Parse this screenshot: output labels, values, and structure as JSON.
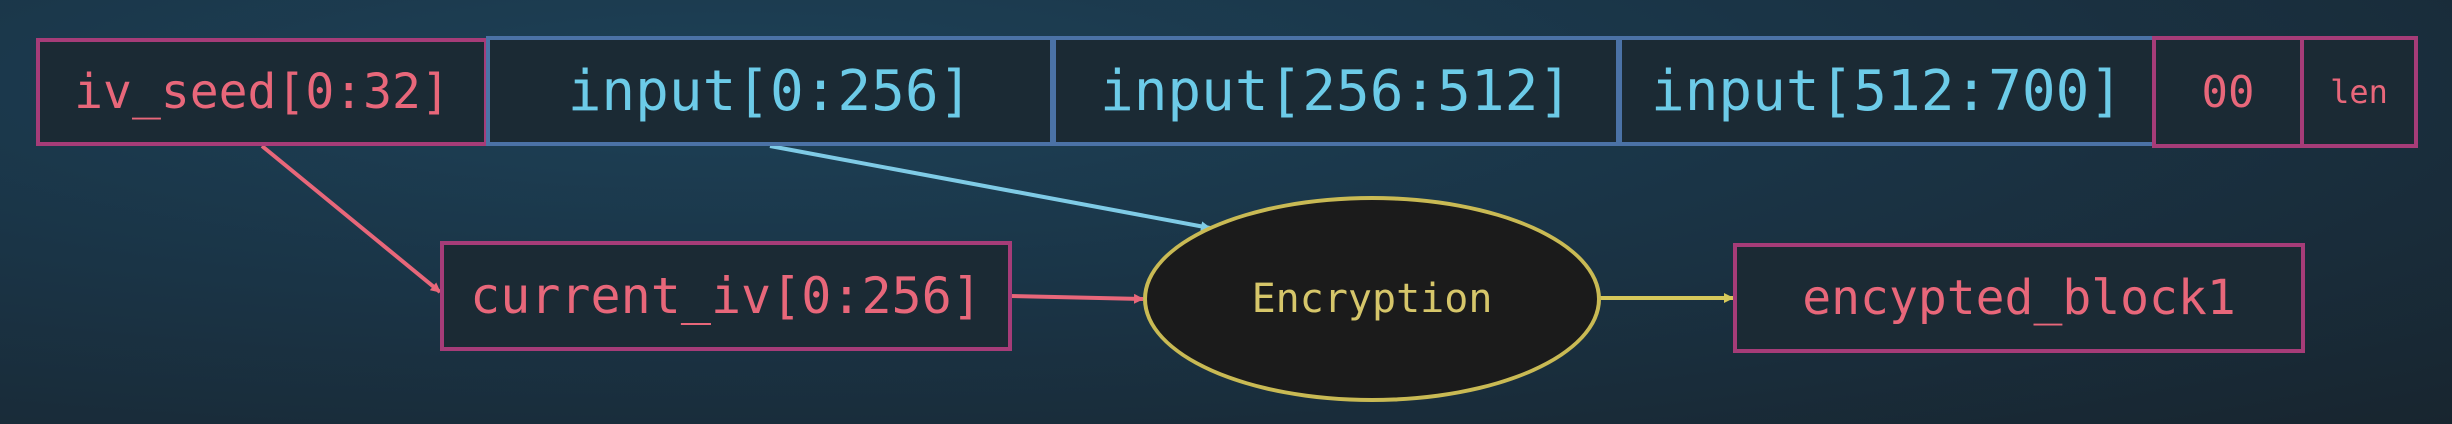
{
  "diagram": {
    "nodes": {
      "iv_seed": {
        "label": "iv_seed[0:32]"
      },
      "input_0": {
        "label": "input[0:256]"
      },
      "input_1": {
        "label": "input[256:512]"
      },
      "input_2": {
        "label": "input[512:700]"
      },
      "padding": {
        "label": "00"
      },
      "length": {
        "label": "len"
      },
      "current_iv": {
        "label": "current_iv[0:256]"
      },
      "encryption": {
        "label": "Encryption"
      },
      "output": {
        "label": "encypted_block1"
      }
    },
    "edges": [
      {
        "from": "iv_seed",
        "to": "current_iv"
      },
      {
        "from": "input_0",
        "to": "encryption"
      },
      {
        "from": "current_iv",
        "to": "encryption"
      },
      {
        "from": "encryption",
        "to": "output"
      }
    ]
  },
  "colors": {
    "pink_border": "#a63c78",
    "pink_text": "#e8677a",
    "blue_border": "#4b72a6",
    "blue_text": "#6ccbe8",
    "encryption_border": "#c9ba54",
    "encryption_text": "#d6c66a",
    "edge_pink": "#e8677a",
    "edge_blue": "#7fcbe6",
    "edge_yellow": "#d6c85a"
  }
}
